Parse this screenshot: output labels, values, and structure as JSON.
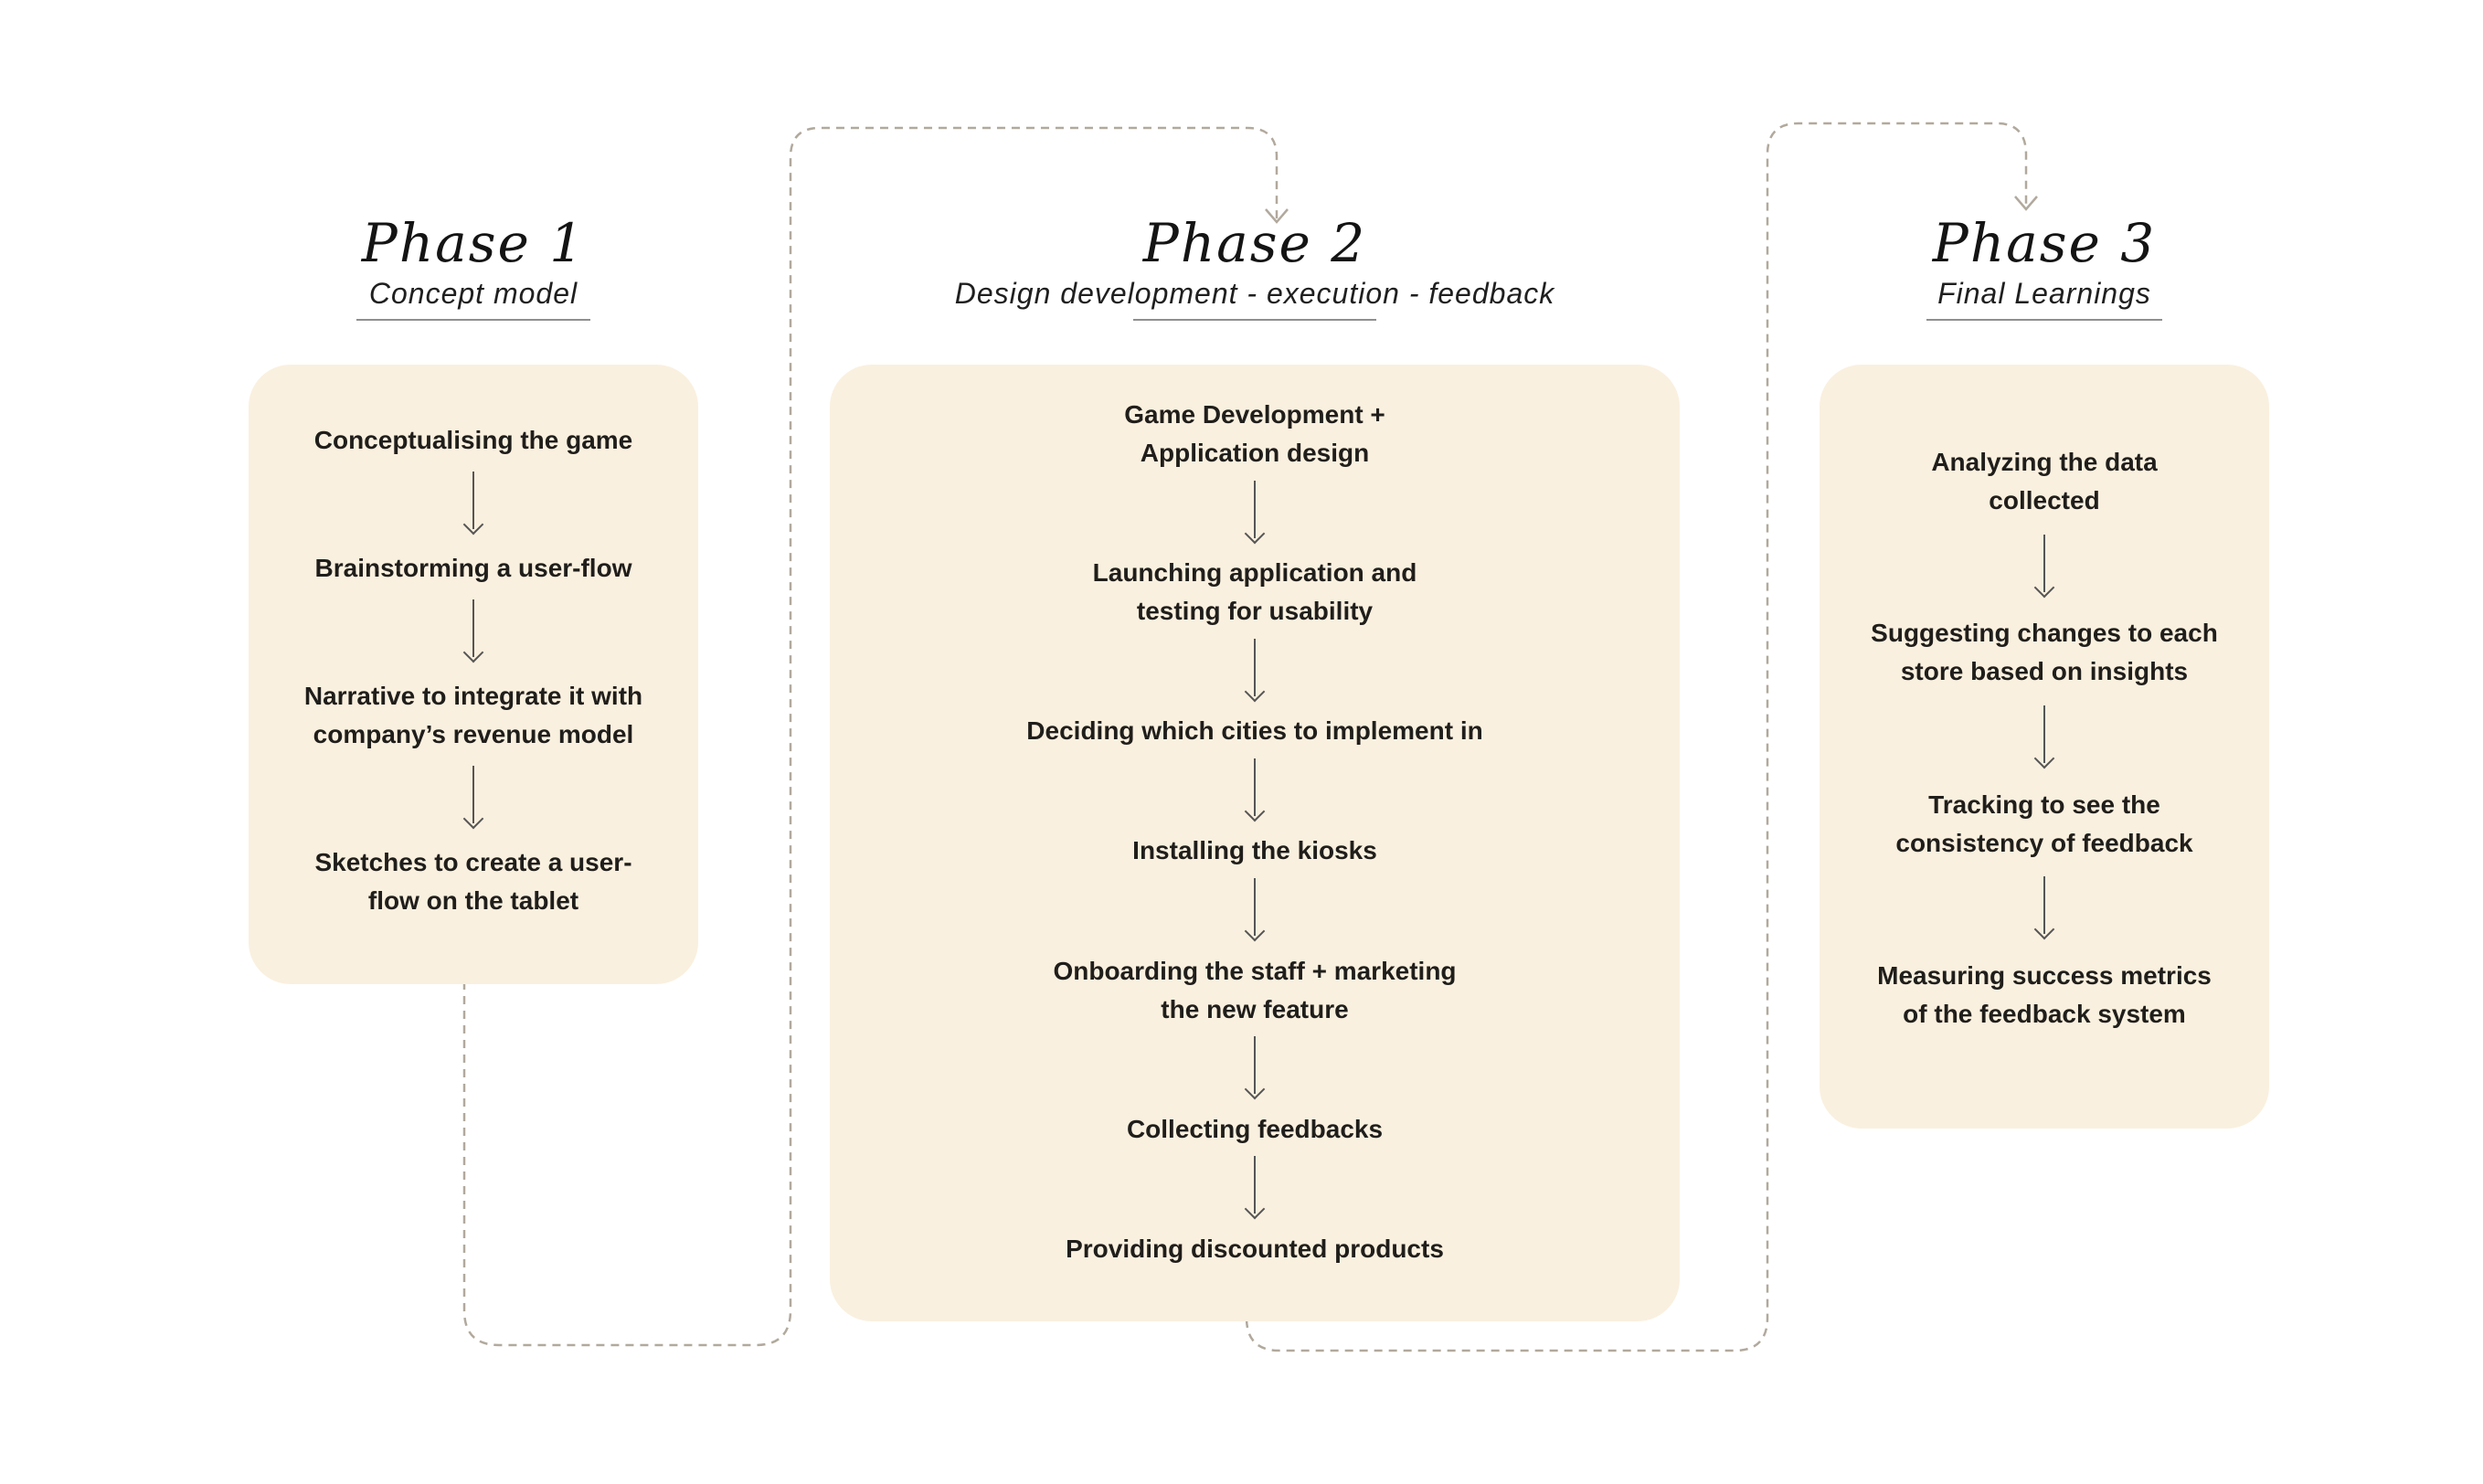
{
  "colors": {
    "bg": "#ffffff",
    "cream": "#faf0df",
    "ink": "#201e1b",
    "title": "#141414",
    "subtitle": "#1f1f1f",
    "underline": "#8f8f8f",
    "dash": "#b1a99d",
    "arrow": "#565656"
  },
  "connectors": [
    {
      "from": "phase-1",
      "to": "phase-2",
      "style": "dashed-arrow"
    },
    {
      "from": "phase-2",
      "to": "phase-3",
      "style": "dashed-arrow"
    }
  ],
  "phases": [
    {
      "title": "Phase 1",
      "subtitle": "Concept model",
      "steps": [
        {
          "lines": [
            "Conceptualising the game"
          ]
        },
        {
          "lines": [
            "Brainstorming a user-flow"
          ]
        },
        {
          "lines": [
            "Narrative to integrate it with",
            "company’s revenue model"
          ]
        },
        {
          "lines": [
            "Sketches to create a user-",
            "flow on the tablet"
          ]
        }
      ]
    },
    {
      "title": "Phase 2",
      "subtitle": "Design development - execution - feedback",
      "steps": [
        {
          "lines": [
            "Game Development +",
            "Application design"
          ]
        },
        {
          "lines": [
            "Launching application and",
            "testing for usability"
          ]
        },
        {
          "lines": [
            "Deciding which cities to implement in"
          ]
        },
        {
          "lines": [
            "Installing the kiosks"
          ]
        },
        {
          "lines": [
            "Onboarding the staff + marketing",
            "the new feature"
          ]
        },
        {
          "lines": [
            "Collecting feedbacks"
          ]
        },
        {
          "lines": [
            "Providing discounted products"
          ]
        }
      ]
    },
    {
      "title": "Phase 3",
      "subtitle": "Final Learnings",
      "steps": [
        {
          "lines": [
            "Analyzing the data",
            "collected"
          ]
        },
        {
          "lines": [
            "Suggesting changes to each",
            "store based on insights"
          ]
        },
        {
          "lines": [
            "Tracking to see the",
            "consistency of feedback"
          ]
        },
        {
          "lines": [
            "Measuring success metrics",
            "of the feedback system"
          ]
        }
      ]
    }
  ]
}
